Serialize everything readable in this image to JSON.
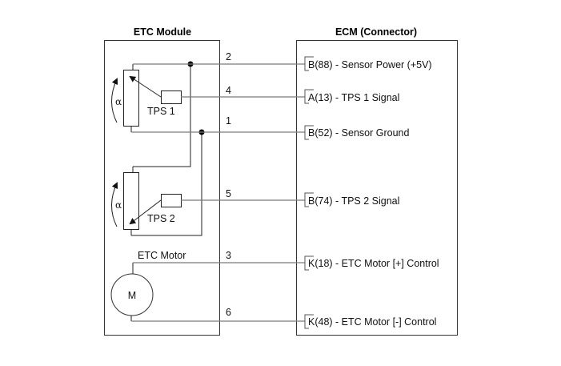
{
  "diagram": {
    "left_block": {
      "title": "ETC Module",
      "sensors": [
        {
          "label": "TPS 1",
          "angle_symbol": "α"
        },
        {
          "label": "TPS 2",
          "angle_symbol": "α"
        }
      ],
      "motor": {
        "label": "ETC Motor",
        "symbol": "M"
      }
    },
    "right_block": {
      "title": "ECM (Connector)"
    },
    "connections": [
      {
        "pin": "2",
        "terminal": "B(88) - Sensor Power (+5V)"
      },
      {
        "pin": "4",
        "terminal": "A(13) - TPS 1 Signal"
      },
      {
        "pin": "1",
        "terminal": "B(52) - Sensor Ground"
      },
      {
        "pin": "5",
        "terminal": "B(74) - TPS 2 Signal"
      },
      {
        "pin": "3",
        "terminal": "K(18) - ETC Motor [+] Control"
      },
      {
        "pin": "6",
        "terminal": "K(48) - ETC Motor [-] Control"
      }
    ]
  }
}
